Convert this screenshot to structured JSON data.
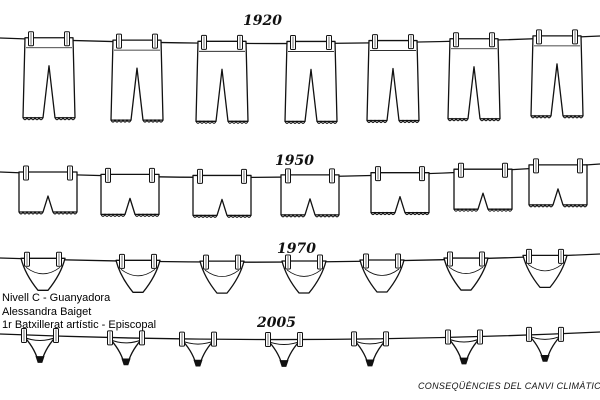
{
  "years": [
    "1920",
    "1950",
    "1970",
    "2005"
  ],
  "credits": [
    "Nivell C - Guanyadora",
    "Alessandra Baiget",
    "1r Batxillerat artístic - Episcopal"
  ],
  "caption": "CONSEQÜÈNCIES DEL CANVI CLIMÀTIC...",
  "colors": {
    "ink": "#111111",
    "paper": "#ffffff"
  }
}
